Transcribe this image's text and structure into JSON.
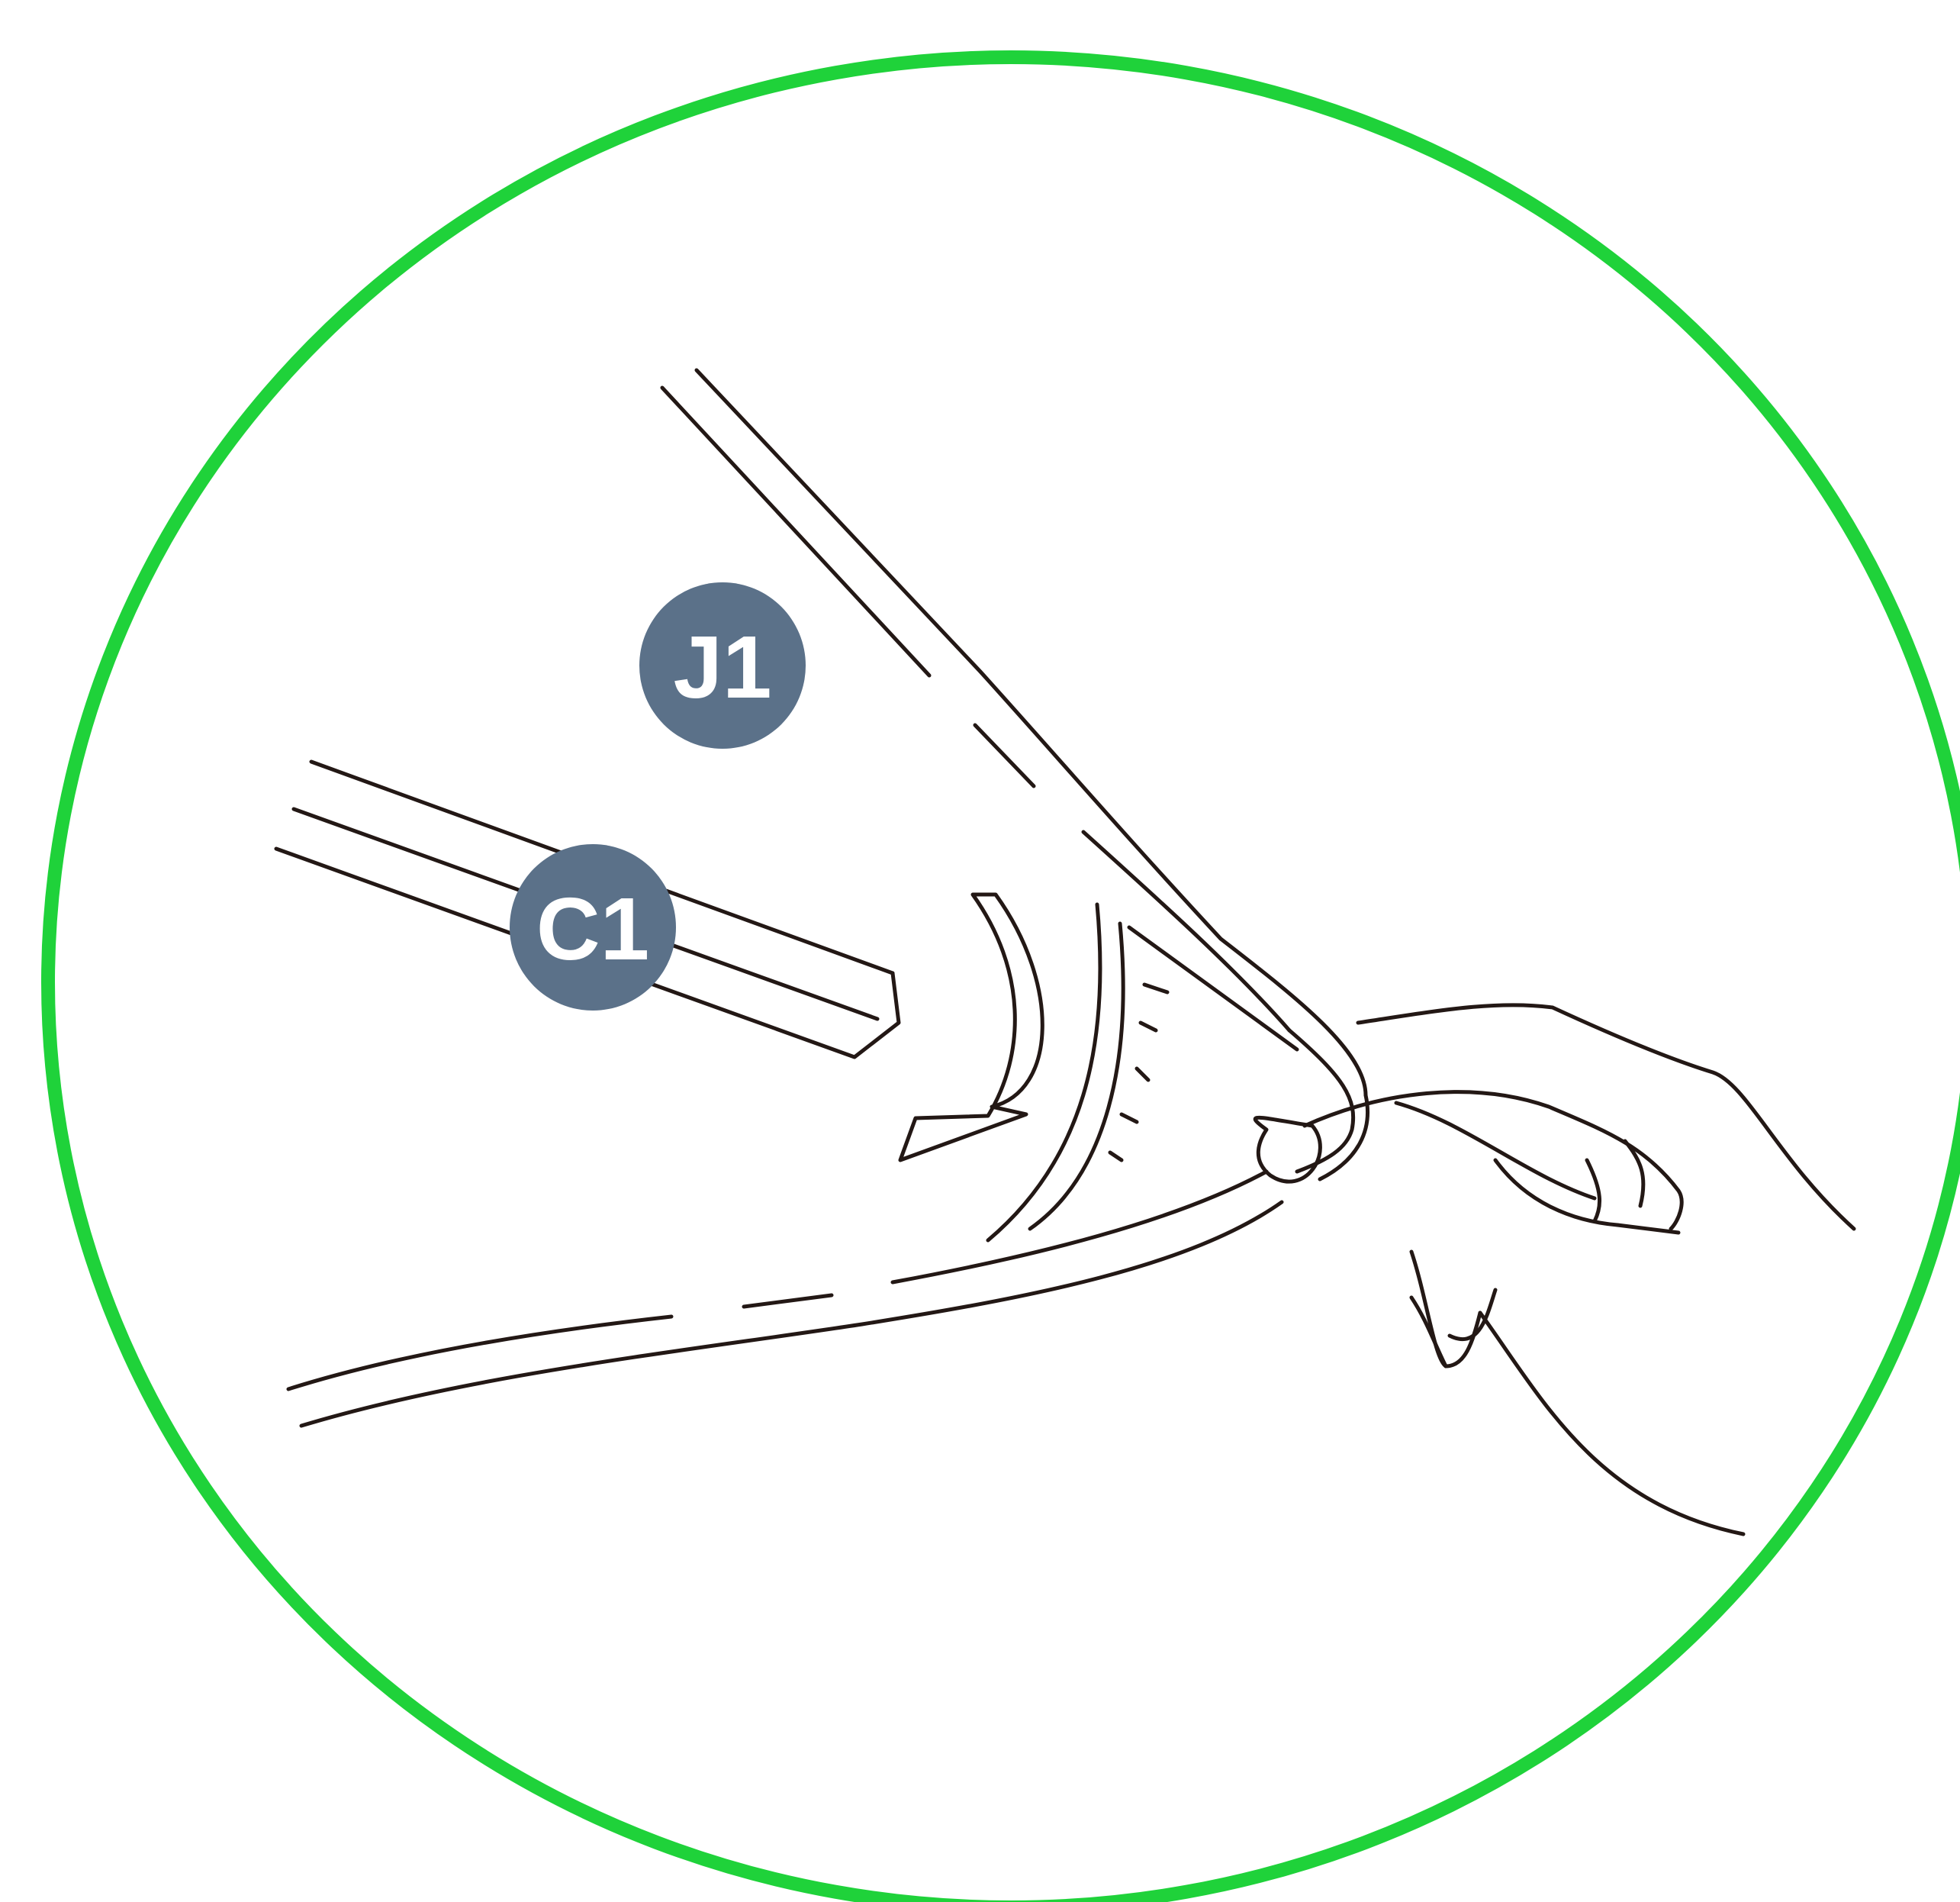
{
  "callouts": [
    {
      "label": "J1",
      "part": "part-j1"
    },
    {
      "label": "C1",
      "part": "part-c1"
    }
  ],
  "colors": {
    "frame": "#1FD23A",
    "badge_fill": "#5B7189",
    "badge_text": "#FFFFFF",
    "line_art": "#231815",
    "background": "#FFFFFF"
  }
}
